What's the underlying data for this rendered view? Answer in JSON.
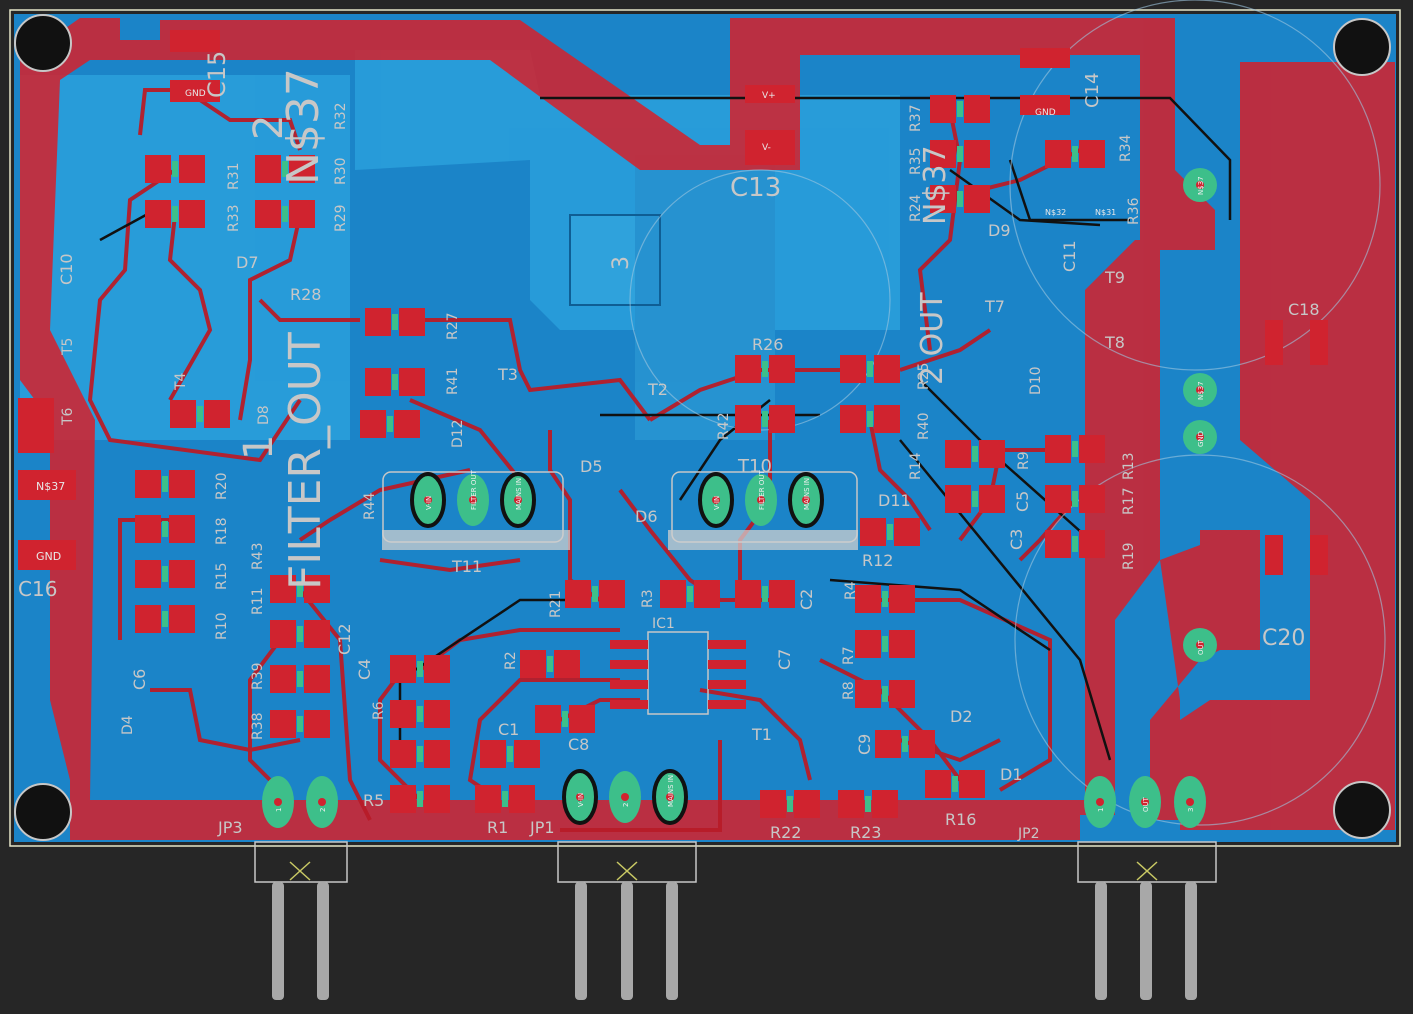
{
  "refs": [
    "C15",
    "C10",
    "C16",
    "C6",
    "C4",
    "C12",
    "C1",
    "C8",
    "C13",
    "C14",
    "C11",
    "C18",
    "C5",
    "C3",
    "C2",
    "C7",
    "C9",
    "C20",
    "R33",
    "R31",
    "R32",
    "R30",
    "R29",
    "R28",
    "R27",
    "R41",
    "R44",
    "R43",
    "R20",
    "R18",
    "R15",
    "R10",
    "R11",
    "R39",
    "R38",
    "R6",
    "R3",
    "R2",
    "R1",
    "R5",
    "R21",
    "R26",
    "R12",
    "R42",
    "R40",
    "R25",
    "R24",
    "R35",
    "R34",
    "R36",
    "R37",
    "R9",
    "R13",
    "R17",
    "R19",
    "R14",
    "R4",
    "R8",
    "R7",
    "R16",
    "R22",
    "R23",
    "D7",
    "D8",
    "D12",
    "D5",
    "D6",
    "D11",
    "D9",
    "D10",
    "D2",
    "D1",
    "D4",
    "T3",
    "T2",
    "T1",
    "T4",
    "T5",
    "T6",
    "T7",
    "T8",
    "T9",
    "T10",
    "T11",
    "IC1",
    "JP1",
    "JP2",
    "JP3"
  ],
  "silkscreen": {
    "netlabel_ns37": "N$37",
    "big_2": "2",
    "big_1": "1",
    "filter_out": "FILTER_OUT",
    "out_label": "2 OUT",
    "ic_3": "3",
    "ns32": "N$32",
    "ns31": "N$31"
  },
  "pad_labels": {
    "vplus": "V+",
    "vminus": "V-",
    "gnd": "GND",
    "out": "OUT",
    "ns37": "N$37",
    "vin": "V-IN",
    "filter_out": "FILTER OUT",
    "mains": "MAINS IN",
    "num1": "1",
    "num2": "2",
    "num3": "3"
  },
  "colors": {
    "board_bg": "#262626",
    "copper_fill": "#1b84c8",
    "copper_fill_light": "#2aa0dc",
    "top_copper": "#d0232f",
    "silk": "#c7c7c7",
    "pad": "#3dbf8a",
    "outline": "#e6e6c8"
  }
}
